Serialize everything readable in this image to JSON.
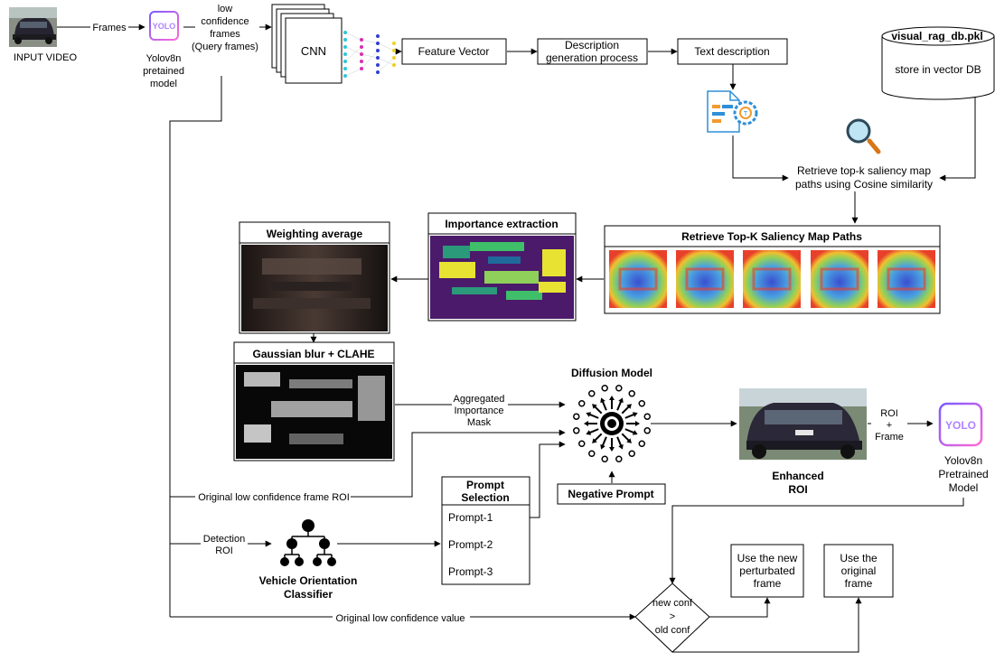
{
  "input": {
    "label": "INPUT VIDEO",
    "frames_label": "Frames"
  },
  "yolo_top": {
    "logo": "YOLO",
    "label_lines": [
      "Yolov8n",
      "pretained",
      "model"
    ]
  },
  "low_conf": {
    "lines": [
      "low",
      "confidence",
      "frames",
      "(Query frames)"
    ]
  },
  "cnn": {
    "label": "CNN"
  },
  "feature_vector": {
    "label": "Feature Vector"
  },
  "description_gen": {
    "lines": [
      "Description",
      "generation process"
    ]
  },
  "text_description": {
    "label": "Text description"
  },
  "db": {
    "title": "visual_rag_db.pkl",
    "subtitle": "store in vector DB"
  },
  "retrieve_text": {
    "lines": [
      "Retrieve top-k saliency map",
      "paths using Cosine similarity"
    ]
  },
  "saliency_panel": {
    "title": "Retrieve Top-K Saliency Map Paths"
  },
  "importance": {
    "title": "Importance extraction"
  },
  "weighting": {
    "title": "Weighting average"
  },
  "gaussian": {
    "title": "Gaussian blur + CLAHE"
  },
  "diffusion": {
    "title": "Diffusion Model"
  },
  "aggregated": {
    "lines": [
      "Aggregated",
      "Importance",
      "Mask"
    ]
  },
  "enhanced": {
    "lines": [
      "Enhanced",
      "ROI"
    ]
  },
  "roi_frame": {
    "lines": [
      "ROI",
      "+",
      "Frame"
    ]
  },
  "yolo_bottom": {
    "logo": "YOLO",
    "label_lines": [
      "Yolov8n",
      "Pretrained",
      "Model"
    ]
  },
  "negative_prompt": {
    "label": "Negative Prompt"
  },
  "prompt_selection": {
    "title_lines": [
      "Prompt",
      "Selection"
    ],
    "items": [
      "Prompt-1",
      "Prompt-2",
      "Prompt-3"
    ]
  },
  "orig_low_frame": {
    "label": "Original low confidence frame ROI"
  },
  "detection_roi": {
    "lines": [
      "Detection",
      "ROI"
    ]
  },
  "orientation": {
    "lines": [
      "Vehicle Orientation",
      "Classifier"
    ]
  },
  "orig_low_value": {
    "label": "Original low confidence value"
  },
  "decision": {
    "lines": [
      "new conf",
      ">",
      "old conf"
    ]
  },
  "use_new": {
    "lines": [
      "Use the new",
      "perturbated",
      "frame"
    ]
  },
  "use_original": {
    "lines": [
      "Use the",
      "original",
      "frame"
    ]
  },
  "colors": {
    "yolo_gradient_start": "#7a5cff",
    "yolo_gradient_end": "#ff6ad5",
    "saliency_hot": "#e8402a",
    "saliency_cold": "#3a4fd0",
    "importance_bg": "#4b1a6b",
    "importance_hot": "#e8e233",
    "car_body": "#2b2838",
    "icon_blue": "#2f8fd8",
    "icon_orange": "#f29a2e"
  }
}
